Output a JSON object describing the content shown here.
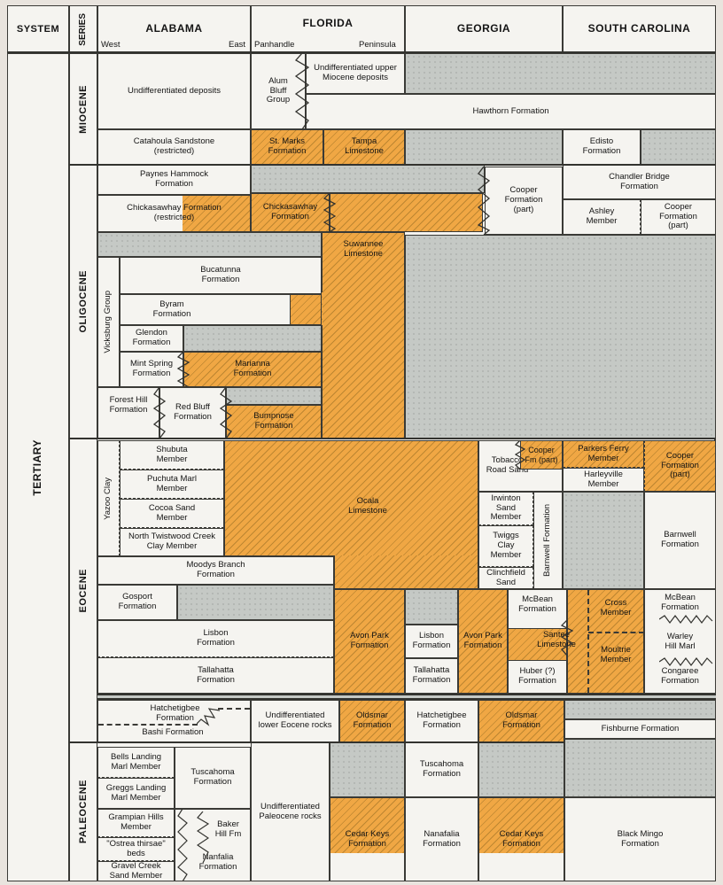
{
  "header": {
    "system": "SYSTEM",
    "series": "SERIES",
    "alabama": "ALABAMA",
    "alabama_west": "West",
    "alabama_east": "East",
    "florida": "FLORIDA",
    "florida_panhandle": "Panhandle",
    "florida_peninsula": "Peninsula",
    "georgia": "GEORGIA",
    "south_carolina": "SOUTH CAROLINA"
  },
  "system": {
    "tertiary": "TERTIARY"
  },
  "series": {
    "miocene": "MIOCENE",
    "oligocene": "OLIGOCENE",
    "eocene": "EOCENE",
    "paleocene": "PALEOCENE"
  },
  "groups": {
    "vicksburg": "Vicksburg Group",
    "yazoo": "Yazoo Clay",
    "barnwell_rotated": "Barnwell Formation"
  },
  "units": {
    "al_undiff_miocene": "Undifferentiated deposits",
    "catahoula": "Catahoula Sandstone (restricted)",
    "alum_bluff": "Alum Bluff Group",
    "undiff_upper_miocene": "Undifferentiated upper Miocene deposits",
    "hawthorn": "Hawthorn Formation",
    "st_marks": "St. Marks Formation",
    "tampa": "Tampa Limestone",
    "edisto": "Edisto Formation",
    "paynes_hammock": "Paynes Hammock Formation",
    "chickasawhay_restricted": "Chickasawhay Formation (restricted)",
    "chickasawhay_fl": "Chickasawhay Formation",
    "cooper_ga_part": "Cooper Formation (part)",
    "chandler_bridge": "Chandler Bridge Formation",
    "ashley": "Ashley Member",
    "cooper_sc_upper": "Cooper Formation (part)",
    "suwannee": "Suwannee Limestone",
    "bucatunna": "Bucatunna Formation",
    "byram": "Byram Formation",
    "glendon": "Glendon Formation",
    "mint_spring": "Mint Spring Formation",
    "marianna": "Marianna Formation",
    "forest_hill": "Forest Hill Formation",
    "red_bluff": "Red Bluff Formation",
    "bumpnose": "Bumpnose Formation",
    "shubuta": "Shubuta Member",
    "puchuta": "Puchuta Marl Member",
    "cocoa_sand": "Cocoa Sand Member",
    "north_twistwood": "North Twistwood Creek Clay Member",
    "moodys_branch": "Moodys Branch Formation",
    "ocala": "Ocala Limestone",
    "tobacco_road": "Tobacco Road Sand",
    "cooper_fm_small": "Cooper Fm (part)",
    "parkers_ferry": "Parkers Ferry Member",
    "harleyville": "Harleyville Member",
    "cooper_sc_eocene": "Cooper Formation (part)",
    "irwinton": "Irwinton Sand Member",
    "twiggs": "Twiggs Clay Member",
    "clinchfield": "Clinchfield Sand",
    "barnwell_sc": "Barnwell Formation",
    "gosport": "Gosport Formation",
    "lisbon_al": "Lisbon Formation",
    "tallahatta_al": "Tallahatta Formation",
    "avon_park_fl": "Avon Park Formation",
    "lisbon_ga": "Lisbon Formation",
    "tallahatta_ga": "Tallahatta Formation",
    "avon_park_ga": "Avon Park Formation",
    "mcbean_ga": "McBean Formation",
    "santee": "Santee Limestone",
    "huber": "Huber (?) Formation",
    "cross": "Cross Member",
    "moultrie": "Moultrie Member",
    "mcbean_sc": "McBean Formation",
    "warley_hill": "Warley Hill Marl",
    "congaree": "Congaree Formation",
    "hatchetigbee_al": "Hatchetigbee Formation",
    "bashi": "Bashi Formation",
    "undiff_lower_eocene": "Undifferentiated lower Eocene rocks",
    "oldsmar_fl": "Oldsmar Formation",
    "hatchetigbee_ga": "Hatchetigbee Formation",
    "oldsmar_ga": "Oldsmar Formation",
    "fishburne": "Fishburne Formation",
    "bells_landing": "Bells Landing Marl Member",
    "greggs_landing": "Greggs Landing Marl Member",
    "tuscahoma_al": "Tuscahoma Formation",
    "grampian_hills": "Grampian Hills Member",
    "ostrea_thirsae": "\"Ostrea thirsae\" beds",
    "gravel_creek": "Gravel Creek Sand Member",
    "baker_hill": "Baker Hill Fm",
    "nanfalia_al": "Nanfalia Formation",
    "undiff_paleocene": "Undifferentiated Paleocene rocks",
    "tuscahoma_ga": "Tuscahoma Formation",
    "cedar_keys_fl": "Cedar Keys Formation",
    "nanafalia_ga": "Nanafalia Formation",
    "cedar_keys_ga": "Cedar Keys Formation",
    "black_mingo": "Black Mingo Formation"
  },
  "colors": {
    "carbonate_orange": "#F0A744",
    "hiatus_gray": "#C5C9C5",
    "background": "#F5F4F0",
    "line": "#33332F"
  }
}
